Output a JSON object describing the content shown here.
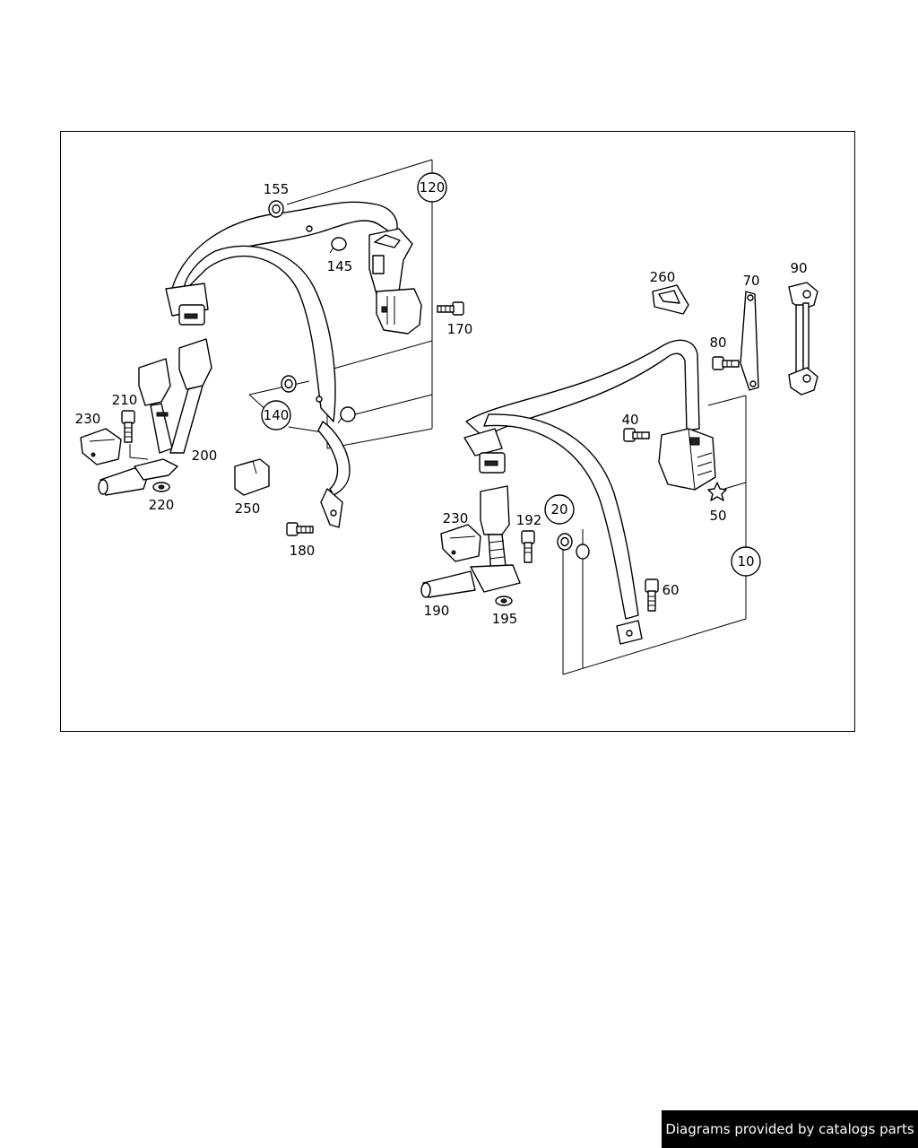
{
  "diagram": {
    "labels": {
      "p10": "10",
      "p20": "20",
      "p40": "40",
      "p50": "50",
      "p60": "60",
      "p70": "70",
      "p80": "80",
      "p90": "90",
      "p120": "120",
      "p140": "140",
      "p145": "145",
      "p155": "155",
      "p170": "170",
      "p180": "180",
      "p190": "190",
      "p192": "192",
      "p195": "195",
      "p200": "200",
      "p210": "210",
      "p220": "220",
      "p230a": "230",
      "p230b": "230",
      "p250": "250",
      "p260": "260"
    }
  },
  "footer": {
    "credit": "Diagrams provided by catalogs parts"
  }
}
